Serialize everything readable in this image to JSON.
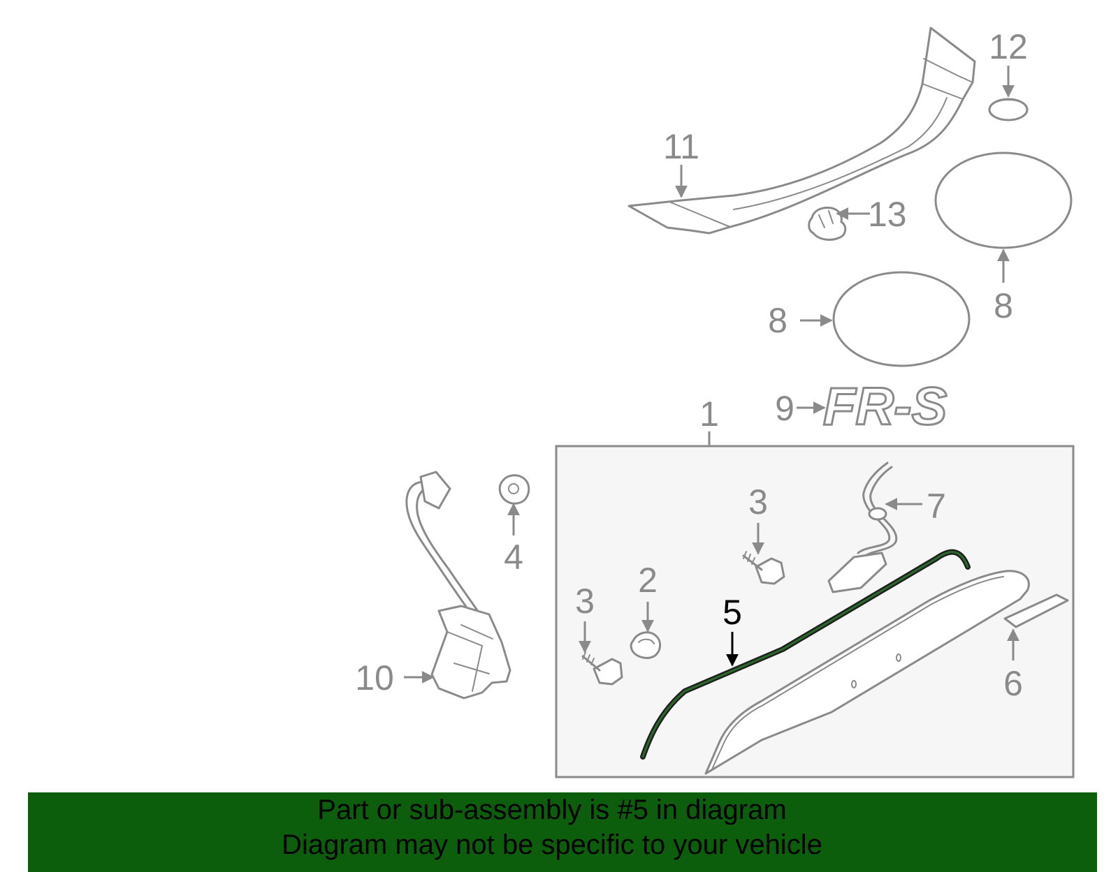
{
  "callouts": {
    "c1": "1",
    "c2": "2",
    "c3a": "3",
    "c3b": "3",
    "c4": "4",
    "c5": "5",
    "c6": "6",
    "c7": "7",
    "c8a": "8",
    "c8b": "8",
    "c9": "9",
    "c10": "10",
    "c11": "11",
    "c12": "12",
    "c13": "13"
  },
  "emblem_text": "FR-S",
  "highlighted_part": "5",
  "colors": {
    "banner_bg": "#0c5e0c",
    "highlight_stroke": "#2a6a2a",
    "part_stroke": "#8a8a8a",
    "subassembly_fill": "#f6f6f6"
  },
  "banner": {
    "line1": "Part or sub-assembly is #5 in diagram",
    "line2": "Diagram may not be specific to your vehicle"
  }
}
